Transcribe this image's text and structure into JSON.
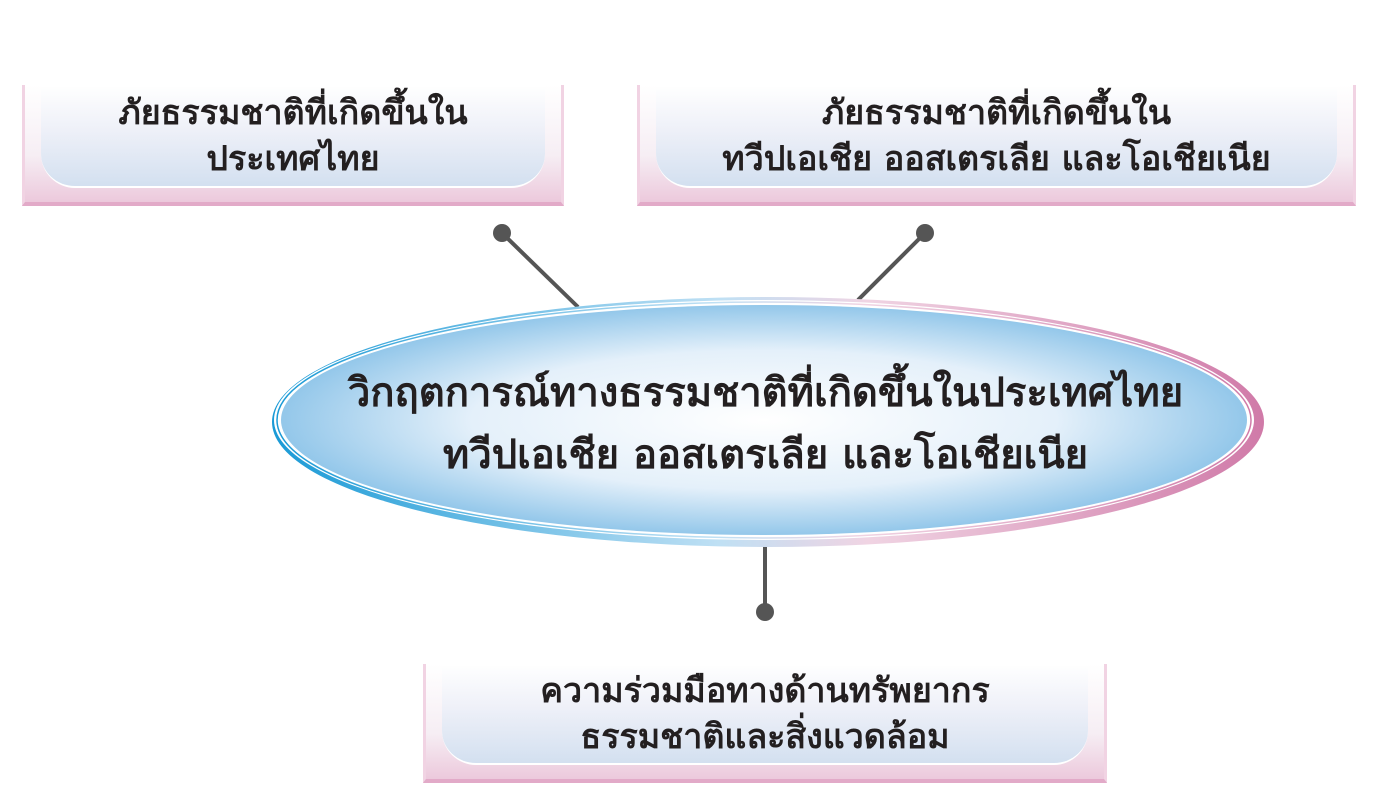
{
  "center": {
    "lines": [
      "วิกฤตการณ์ทางธรรมชาติที่เกิดขึ้นในประเทศไทย",
      "ทวีปเอเชีย  ออสเตรเลีย  และโอเชียเนีย"
    ]
  },
  "topics": [
    {
      "lines": [
        "ภัยธรรมชาติที่เกิดขึ้นใน",
        "ประเทศไทย"
      ]
    },
    {
      "lines": [
        "ภัยธรรมชาติที่เกิดขึ้นใน",
        "ทวีปเอเชีย  ออสเตรเลีย  และโอเชียเนีย"
      ]
    },
    {
      "lines": [
        "ความร่วมมือทางด้านทรัพยากร",
        "ธรรมชาติและสิ่งแวดล้อม"
      ]
    }
  ],
  "colors": {
    "blue": "#1a9ad6",
    "pink": "#d07aa8",
    "connector": "#555555",
    "text": "#231f20"
  }
}
